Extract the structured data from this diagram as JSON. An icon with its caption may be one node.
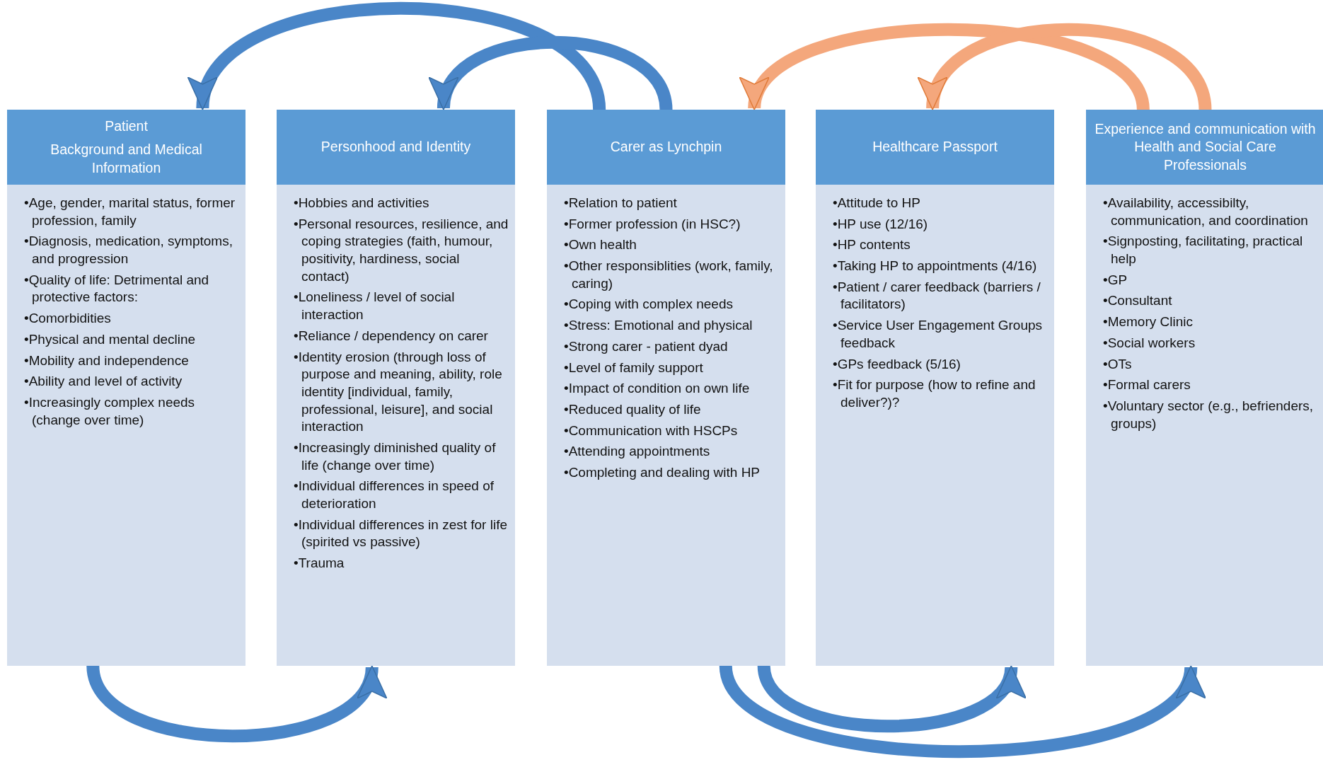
{
  "diagram": {
    "nodes": [
      {
        "text": [
          "Patient",
          "Background and Medical Information",
          "•Age, gender, marital status, former profession, family",
          "•Diagnosis, medication, symptoms, and progression",
          "•Quality of life: Detrimental and protective factors:",
          "•Comorbidities",
          "•Physical and mental decline",
          "•Mobility and independence",
          "•Ability and level of activity",
          "•Increasingly complex needs (change over time)"
        ]
      },
      {
        "text": [
          "Personhood and Identity",
          "•Hobbies and activities",
          "•Personal resources, resilience, and coping strategies (faith, humour, positivity, hardiness, social contact)",
          "•Loneliness / level of social interaction",
          "•Reliance / dependency on carer",
          "•Identity erosion (through loss of purpose and meaning, ability, role identity [individual, family, professional, leisure], and social interaction",
          "•Increasingly diminished quality of life (change over time)",
          "•Individual differences in speed of deterioration",
          "•Individual differences in zest for life (spirited vs passive)",
          "•Trauma"
        ]
      },
      {
        "text": [
          "Carer as Lynchpin",
          "•Relation to patient",
          "•Former profession (in HSC?)",
          "•Own health",
          "•Other responsiblities (work, family, caring)",
          "•Coping with complex needs",
          "•Stress: Emotional and physical",
          "•Strong carer - patient dyad",
          "•Level of family support",
          "•Impact of condition on own life",
          "•Reduced quality of life",
          "•Communication with HSCPs",
          "•Attending appointments",
          "•Completing and dealing with HP"
        ]
      },
      {
        "text": [
          "Healthcare Passport",
          "•Attitude to HP",
          "•HP use (12/16)",
          "•HP contents",
          "•Taking HP to appointments (4/16)",
          "•Patient / carer feedback (barriers / facilitators)",
          "•Service User Engagement Groups feedback",
          "•GPs feedback (5/16)",
          "•Fit for purpose (how to refine and deliver?)?"
        ]
      },
      {
        "text": [
          "Experience and communication with Health and  Social Care Professionals",
          "•Availability, accessibilty, communication, and coordination",
          "•Signposting, facilitating, practical help",
          "•GP",
          "•Consultant",
          "•Memory Clinic",
          "•Social workers",
          "•OTs",
          "•Formal carers",
          "•Voluntary sector (e.g., befrienders, groups)"
        ]
      }
    ],
    "edges": [
      {
        "from": 2,
        "to": 0,
        "arrow": "to"
      },
      {
        "from": 2,
        "to": 1,
        "arrow": "to"
      },
      {
        "from": 4,
        "to": 2,
        "arrow": "to",
        "color": "#f4a77c"
      },
      {
        "from": 4,
        "to": 3,
        "arrow": "to",
        "color": "#f4a77c"
      },
      {
        "from": 0,
        "to": 1,
        "arrow": "to"
      },
      {
        "from": 2,
        "to": 3,
        "arrow": "to"
      },
      {
        "from": 2,
        "to": 4,
        "arrow": "to"
      }
    ]
  }
}
